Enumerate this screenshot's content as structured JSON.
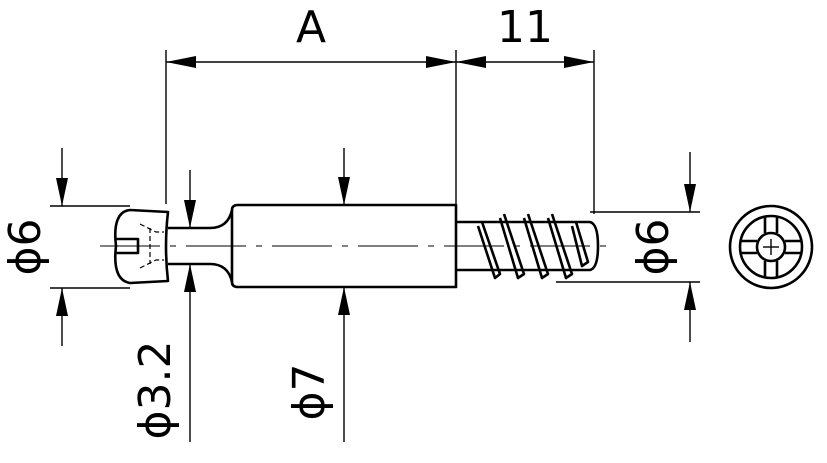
{
  "dimensions": {
    "length_a": "A",
    "thread_length": "11",
    "head_diameter": "ϕ6",
    "neck_diameter": "ϕ3.2",
    "body_diameter": "ϕ7",
    "thread_diameter": "ϕ6"
  }
}
